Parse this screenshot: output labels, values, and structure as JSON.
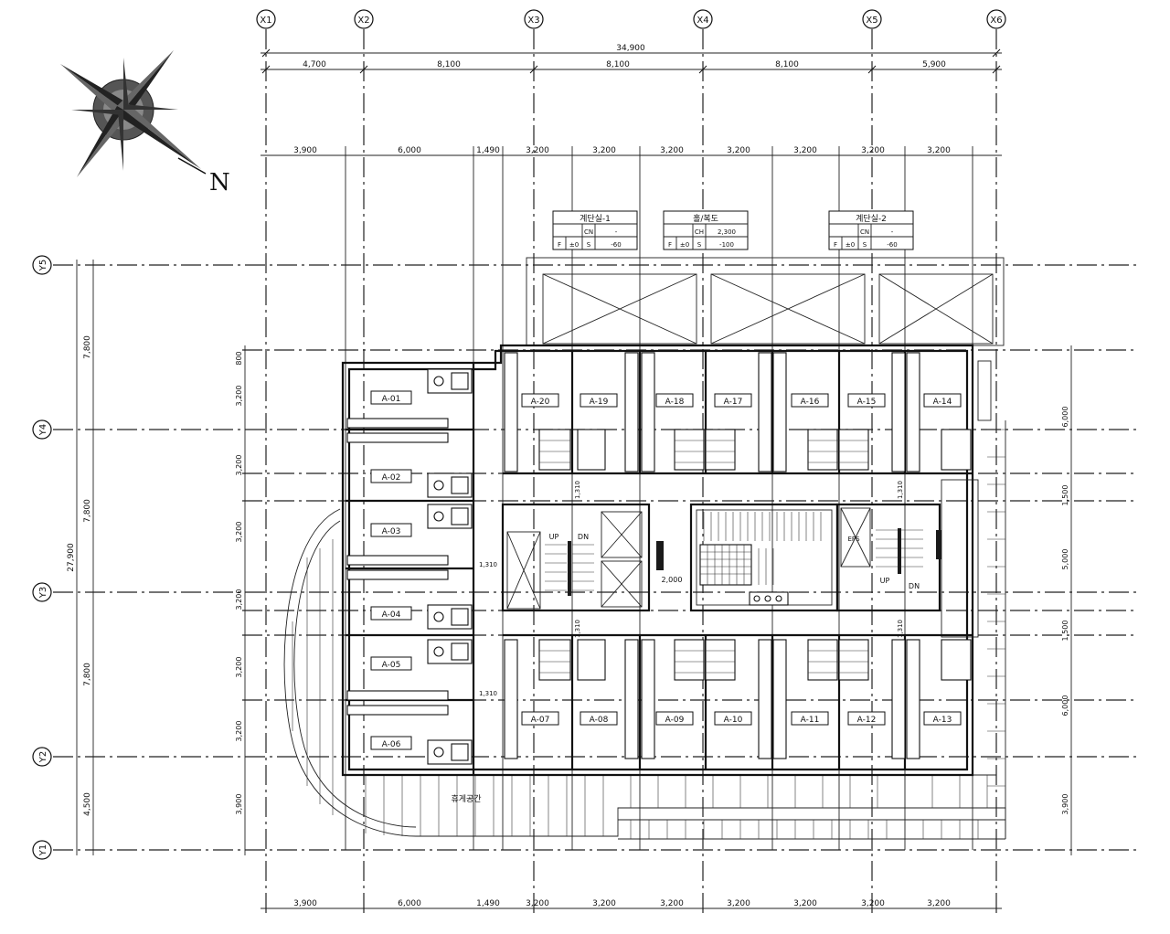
{
  "compass": {
    "north_label": "N"
  },
  "grid_x": [
    "X1",
    "X2",
    "X3",
    "X4",
    "X5",
    "X6"
  ],
  "grid_y": [
    "Y5",
    "Y4",
    "Y3",
    "Y2",
    "Y1"
  ],
  "dims": {
    "overall_x": "34,900",
    "bays_x": [
      "4,700",
      "8,100",
      "8,100",
      "8,100",
      "5,900"
    ],
    "sub_top": [
      "3,900",
      "6,000",
      "1,490",
      "3,200",
      "3,200",
      "3,200",
      "3,200",
      "3,200",
      "3,200",
      "3,200"
    ],
    "sub_bottom": [
      "3,900",
      "6,000",
      "1,490",
      "3,200",
      "3,200",
      "3,200",
      "3,200",
      "3,200",
      "3,200",
      "3,200"
    ],
    "overall_y": "27,900",
    "bays_y": [
      "7,800",
      "7,800",
      "7,800",
      "4,500"
    ],
    "left_inner": [
      "800",
      "3,200",
      "3,200",
      "3,200",
      "3,200",
      "3,200",
      "3,200",
      "3,900"
    ],
    "right_inner": [
      "6,000",
      "1,500",
      "5,000",
      "1,500",
      "6,000",
      "3,900"
    ],
    "corridor": [
      "1,310",
      "1,310",
      "1,310",
      "1,310",
      "1,310",
      "1,310",
      "2,000"
    ]
  },
  "rooms": {
    "left": [
      "A-01",
      "A-02",
      "A-03",
      "A-04",
      "A-05",
      "A-06"
    ],
    "top": [
      "A-20",
      "A-19",
      "A-18",
      "A-17",
      "A-16",
      "A-15",
      "A-14"
    ],
    "bottom": [
      "A-07",
      "A-08",
      "A-09",
      "A-10",
      "A-11",
      "A-12",
      "A-13"
    ]
  },
  "stair_labels": {
    "up": "UP",
    "dn": "DN",
    "ps": "EPS"
  },
  "schedules": [
    {
      "title": "계단실-1",
      "r1": [
        "",
        "CN",
        "-"
      ],
      "r2": [
        "F",
        "±0",
        "S",
        "-60"
      ]
    },
    {
      "title": "홀/복도",
      "r1": [
        "",
        "CH",
        "2,300"
      ],
      "r2": [
        "F",
        "±0",
        "S",
        "-100"
      ]
    },
    {
      "title": "계단실-2",
      "r1": [
        "",
        "CN",
        "-"
      ],
      "r2": [
        "F",
        "±0",
        "S",
        "-60"
      ]
    }
  ],
  "terrace_label": "휴게공간"
}
